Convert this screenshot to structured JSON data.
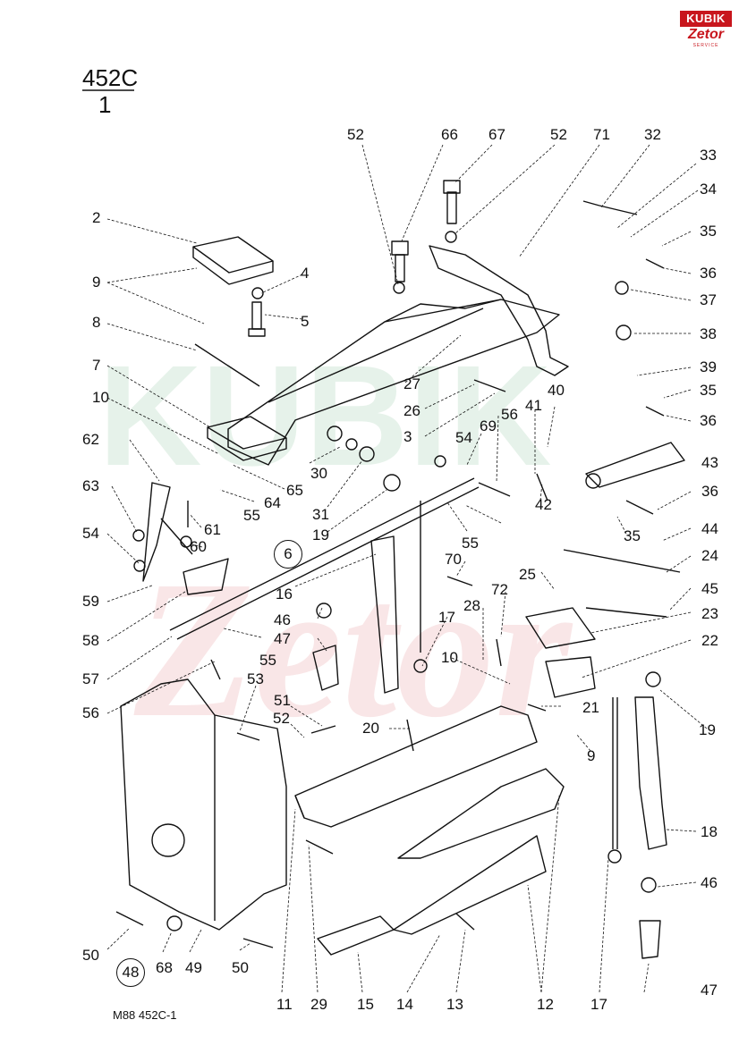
{
  "brand": {
    "top": "KUBIK",
    "name": "Zetor",
    "tag": "SERVICE",
    "color": "#c8161d"
  },
  "title": {
    "main": "452C",
    "sub": "1"
  },
  "footer": "M88  452C-1",
  "callouts": [
    "52",
    "66",
    "67",
    "52",
    "71",
    "32",
    "33",
    "34",
    "35",
    "36",
    "37",
    "38",
    "39",
    "35",
    "36",
    "2",
    "9",
    "4",
    "5",
    "8",
    "7",
    "10",
    "27",
    "26",
    "3",
    "62",
    "63",
    "54",
    "59",
    "58",
    "57",
    "56",
    "65",
    "64",
    "61",
    "60",
    "55",
    "6",
    "16",
    "30",
    "31",
    "19",
    "54",
    "69",
    "56",
    "41",
    "40",
    "42",
    "43",
    "36",
    "35",
    "44",
    "24",
    "45",
    "23",
    "22",
    "55",
    "70",
    "25",
    "72",
    "28",
    "46",
    "47",
    "17",
    "10",
    "21",
    "55",
    "53",
    "51",
    "52",
    "20",
    "19",
    "9",
    "18",
    "46",
    "47",
    "50",
    "48",
    "68",
    "49",
    "50",
    "11",
    "29",
    "15",
    "14",
    "13",
    "12",
    "17"
  ]
}
